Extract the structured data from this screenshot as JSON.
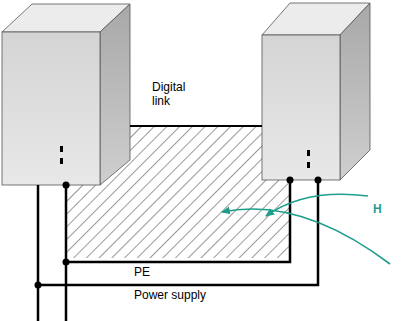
{
  "diagram": {
    "labels": [
      "Digital link",
      "H",
      "PE",
      "Power supply"
    ]
  }
}
